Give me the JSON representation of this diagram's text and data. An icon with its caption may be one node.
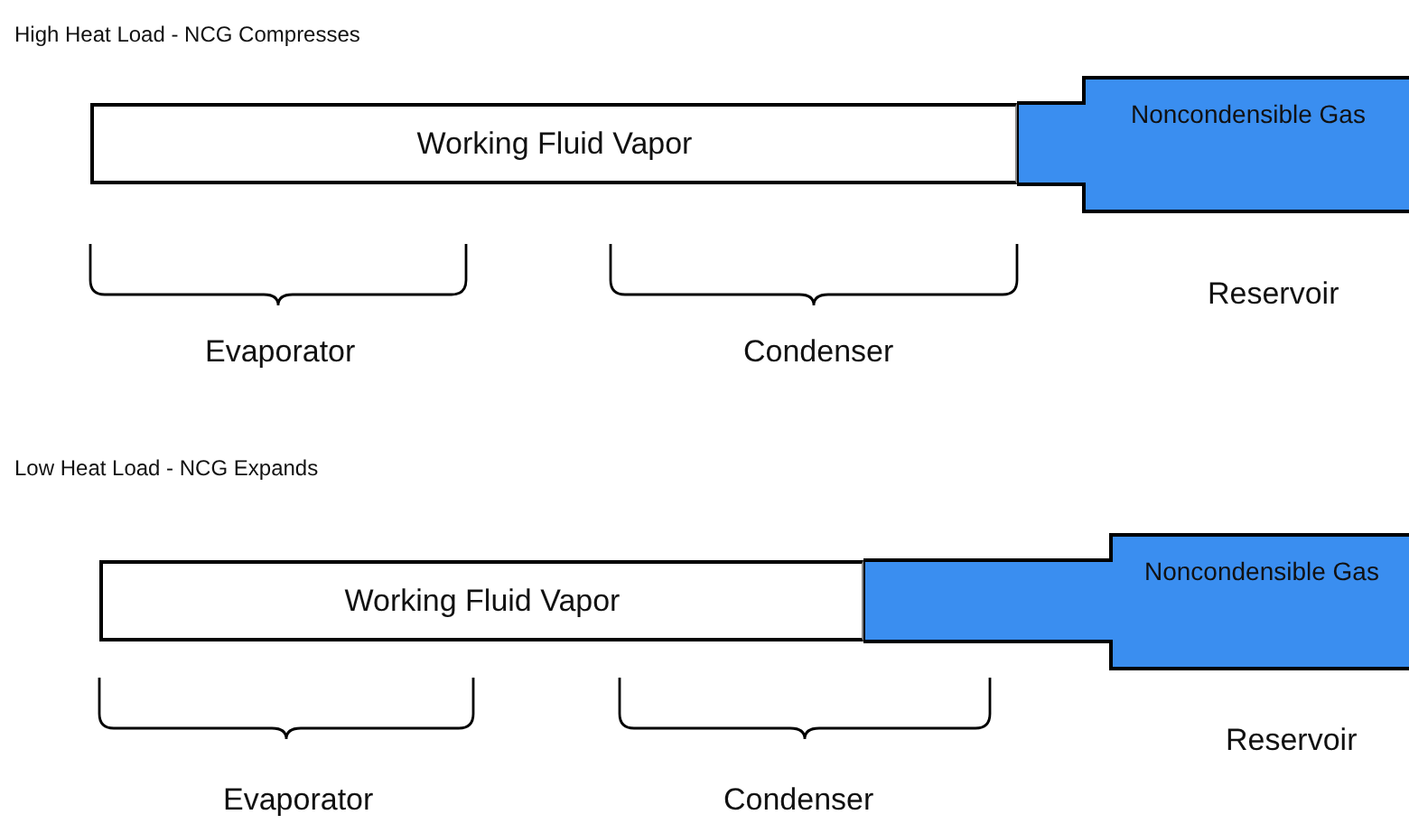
{
  "diagram": {
    "nodes": [
      {
        "text": [
          "Working Fluid Vapor"
        ]
      },
      {
        "text": [
          "Noncondensible Gas"
        ]
      },
      {
        "text": [
          "Working Fluid Vapor"
        ]
      },
      {
        "text": [
          "Noncondensible Gas"
        ]
      }
    ],
    "labels": [
      "High Heat Load - NCG Compresses",
      "Reservoir",
      "Evaporator",
      "Condenser",
      "Low Heat Load - NCG Expands",
      "Reservoir",
      "Evaporator",
      "Condenser"
    ]
  }
}
